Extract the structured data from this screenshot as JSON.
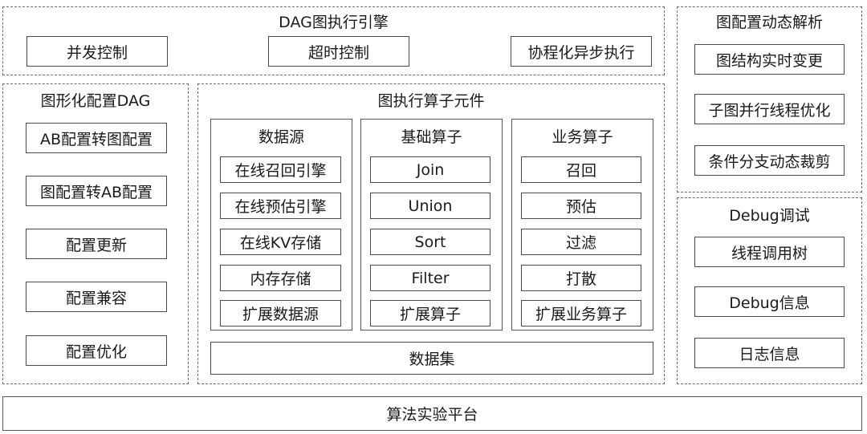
{
  "dag_engine": {
    "title": "DAG图执行引擎",
    "items": [
      "并发控制",
      "超时控制",
      "协程化异步执行"
    ]
  },
  "graph_config": {
    "title": "图配置动态解析",
    "items": [
      "图结构实时变更",
      "子图并行线程优化",
      "条件分支动态裁剪"
    ]
  },
  "graphic_dag": {
    "title": "图形化配置DAG",
    "items": [
      "AB配置转图配置",
      "图配置转AB配置",
      "配置更新",
      "配置兼容",
      "配置优化"
    ]
  },
  "operators": {
    "title": "图执行算子元件",
    "data_source": {
      "title": "数据源",
      "items": [
        "在线召回引擎",
        "在线预估引擎",
        "在线KV存储",
        "内存存储",
        "扩展数据源"
      ]
    },
    "basic_ops": {
      "title": "基础算子",
      "items": [
        "Join",
        "Union",
        "Sort",
        "Filter",
        "扩展算子"
      ]
    },
    "business_ops": {
      "title": "业务算子",
      "items": [
        "召回",
        "预估",
        "过滤",
        "打散",
        "扩展业务算子"
      ]
    },
    "dataset": "数据集"
  },
  "debug": {
    "title": "Debug调试",
    "items": [
      "线程调用树",
      "Debug信息",
      "日志信息"
    ]
  },
  "platform": "算法实验平台"
}
